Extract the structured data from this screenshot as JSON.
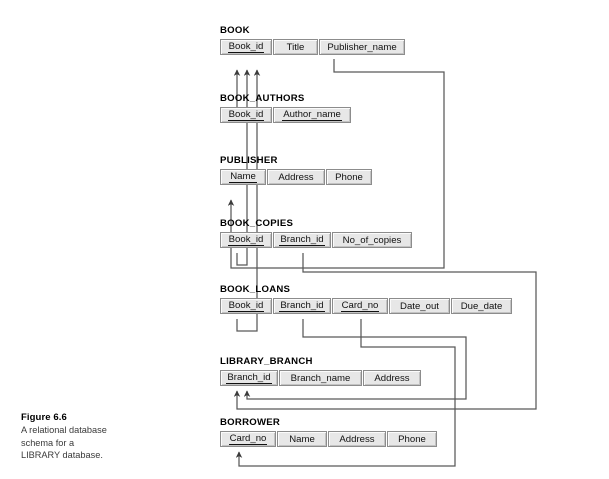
{
  "figure": {
    "label": "Figure 6.6",
    "caption_line1": "A relational database",
    "caption_line2": "schema for a",
    "caption_line3": "LIBRARY database."
  },
  "diagram": {
    "type": "relational-schema",
    "notation": "arrows point from foreign key to referenced primary key",
    "relations": [
      {
        "name": "BOOK",
        "attributes": [
          {
            "label": "Book_id",
            "primary_key": true,
            "width": 52
          },
          {
            "label": "Title",
            "primary_key": false,
            "width": 45
          },
          {
            "label": "Publisher_name",
            "primary_key": false,
            "width": 86
          }
        ]
      },
      {
        "name": "BOOK_AUTHORS",
        "attributes": [
          {
            "label": "Book_id",
            "primary_key": true,
            "width": 52
          },
          {
            "label": "Author_name",
            "primary_key": true,
            "width": 78
          }
        ]
      },
      {
        "name": "PUBLISHER",
        "attributes": [
          {
            "label": "Name",
            "primary_key": true,
            "width": 46
          },
          {
            "label": "Address",
            "primary_key": false,
            "width": 58
          },
          {
            "label": "Phone",
            "primary_key": false,
            "width": 46
          }
        ]
      },
      {
        "name": "BOOK_COPIES",
        "attributes": [
          {
            "label": "Book_id",
            "primary_key": true,
            "width": 52
          },
          {
            "label": "Branch_id",
            "primary_key": true,
            "width": 58
          },
          {
            "label": "No_of_copies",
            "primary_key": false,
            "width": 80
          }
        ]
      },
      {
        "name": "BOOK_LOANS",
        "attributes": [
          {
            "label": "Book_id",
            "primary_key": true,
            "width": 52
          },
          {
            "label": "Branch_id",
            "primary_key": true,
            "width": 58
          },
          {
            "label": "Card_no",
            "primary_key": true,
            "width": 56
          },
          {
            "label": "Date_out",
            "primary_key": false,
            "width": 61
          },
          {
            "label": "Due_date",
            "primary_key": false,
            "width": 61
          }
        ]
      },
      {
        "name": "LIBRARY_BRANCH",
        "attributes": [
          {
            "label": "Branch_id",
            "primary_key": true,
            "width": 58
          },
          {
            "label": "Branch_name",
            "primary_key": false,
            "width": 83
          },
          {
            "label": "Address",
            "primary_key": false,
            "width": 58
          }
        ]
      },
      {
        "name": "BORROWER",
        "attributes": [
          {
            "label": "Card_no",
            "primary_key": true,
            "width": 56
          },
          {
            "label": "Name",
            "primary_key": false,
            "width": 50
          },
          {
            "label": "Address",
            "primary_key": false,
            "width": 58
          },
          {
            "label": "Phone",
            "primary_key": false,
            "width": 50
          }
        ]
      }
    ],
    "foreign_keys": [
      {
        "from": "BOOK_AUTHORS.Book_id",
        "to": "BOOK.Book_id"
      },
      {
        "from": "BOOK_COPIES.Book_id",
        "to": "BOOK.Book_id"
      },
      {
        "from": "BOOK_LOANS.Book_id",
        "to": "BOOK.Book_id"
      },
      {
        "from": "BOOK.Publisher_name",
        "to": "PUBLISHER.Name"
      },
      {
        "from": "BOOK_COPIES.Branch_id",
        "to": "LIBRARY_BRANCH.Branch_id"
      },
      {
        "from": "BOOK_LOANS.Branch_id",
        "to": "LIBRARY_BRANCH.Branch_id"
      },
      {
        "from": "BOOK_LOANS.Card_no",
        "to": "BORROWER.Card_no"
      }
    ],
    "colors": {
      "attribute_fill": "#e7e7e7",
      "attribute_border": "#8c8c8c",
      "connector": "#595959",
      "text": "#111111"
    }
  }
}
